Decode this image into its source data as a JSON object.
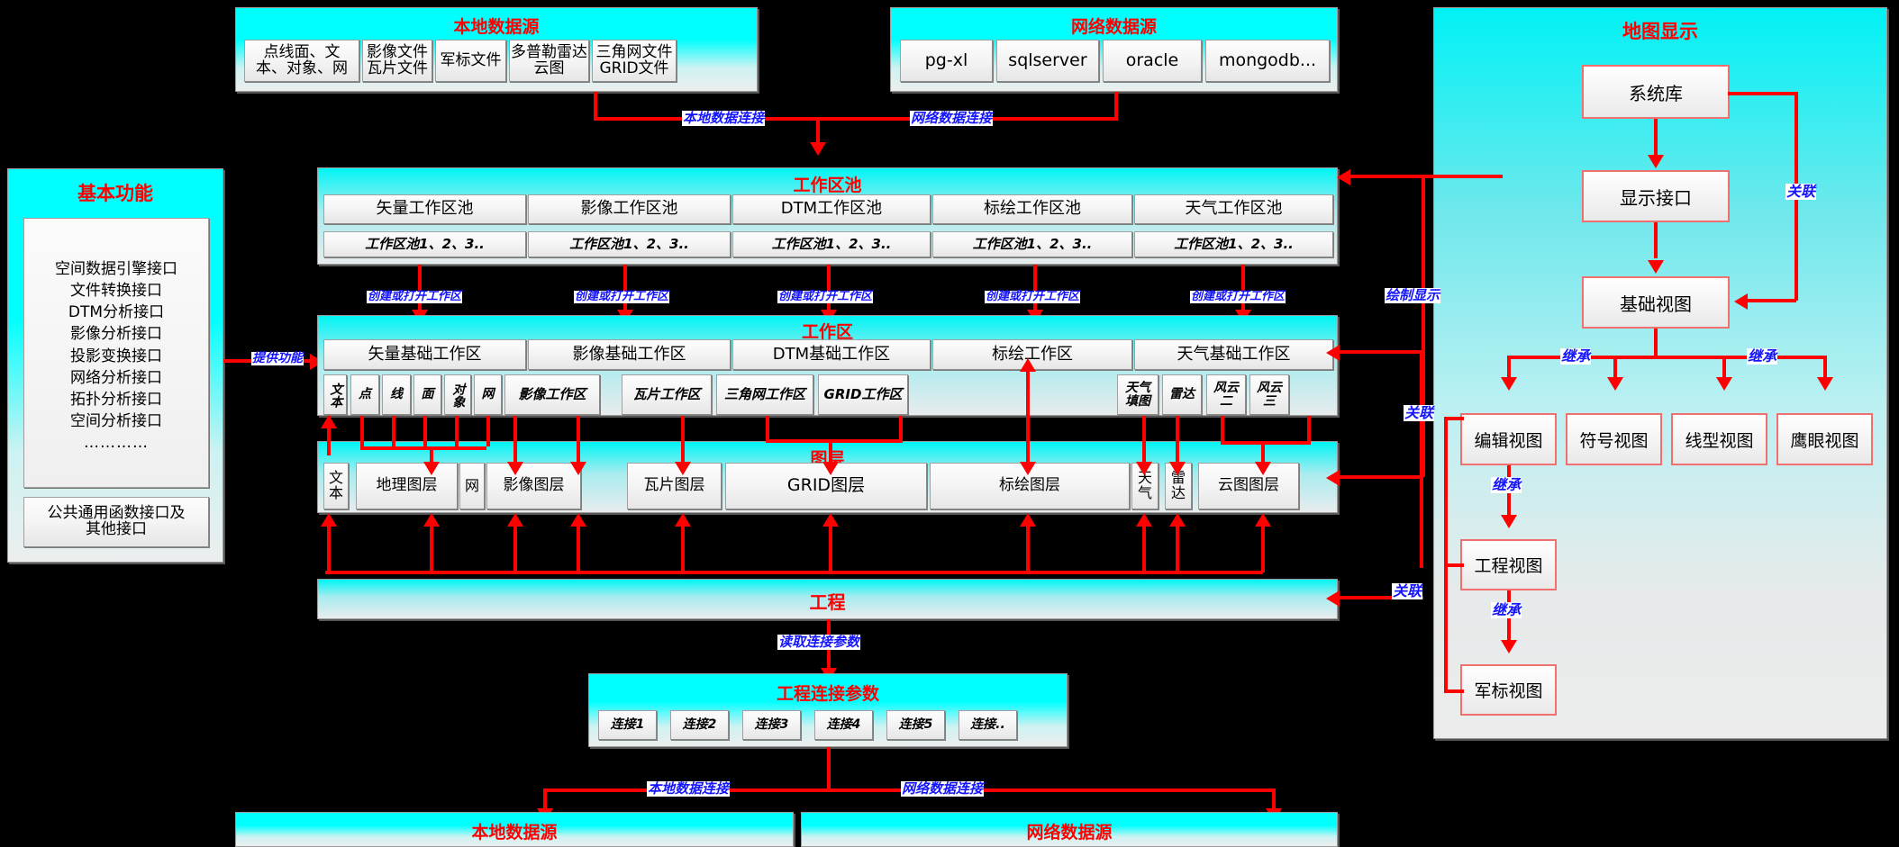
{
  "local_source_top": {
    "title": "本地数据源",
    "items": [
      "点线面、文本、对象、网",
      "影像文件瓦片文件",
      "军标文件",
      "多普勒雷达云图",
      "三角网文件GRID文件"
    ],
    "items_lines": [
      [
        "点线面、文",
        "本、对象、网"
      ],
      [
        "影像文件",
        "瓦片文件"
      ],
      [
        "军标文件"
      ],
      [
        "多普勒雷达",
        "云图"
      ],
      [
        "三角网文件",
        "GRID文件"
      ]
    ]
  },
  "net_source_top": {
    "title": "网络数据源",
    "items": [
      "pg-xl",
      "sqlserver",
      "oracle",
      "mongodb..."
    ]
  },
  "basic_functions": {
    "title": "基本功能",
    "interfaces": [
      "空间数据引擎接口",
      "文件转换接口",
      "DTM分析接口",
      "影像分析接口",
      "投影变换接口",
      "网络分析接口",
      "拓扑分析接口",
      "空间分析接口",
      "…………"
    ],
    "common_box_lines": [
      "公共通用函数接口及",
      "其他接口"
    ],
    "provide_label": "提供功能"
  },
  "workspace_pool": {
    "title": "工作区池",
    "columns": [
      "矢量工作区池",
      "影像工作区池",
      "DTM工作区池",
      "标绘工作区池",
      "天气工作区池"
    ],
    "sub_label": "工作区池1、2、3.."
  },
  "workspace": {
    "title": "工作区",
    "columns": [
      "矢量基础工作区",
      "影像基础工作区",
      "DTM基础工作区",
      "标绘工作区",
      "天气基础工作区"
    ],
    "vector_items": [
      "文本",
      "点",
      "线",
      "面",
      "对象",
      "网"
    ],
    "image_items": [
      "影像工作区"
    ],
    "dtm_items": [
      "瓦片工作区",
      "三角网工作区",
      "GRID工作区"
    ],
    "weather_items_lines": [
      [
        "天气",
        "填图"
      ],
      [
        "雷达"
      ],
      [
        "风云",
        "二"
      ],
      [
        "风云",
        "三"
      ]
    ]
  },
  "layers": {
    "title": "图层",
    "items_lines": [
      [
        "文",
        "本"
      ],
      [
        "地理图层"
      ],
      [
        "网"
      ],
      [
        "影像图层"
      ],
      [
        "瓦片图层"
      ],
      [
        "GRID图层"
      ],
      [
        "标绘图层"
      ],
      [
        "天",
        "气"
      ],
      [
        "雷",
        "达"
      ],
      [
        "云图图层"
      ]
    ]
  },
  "project": {
    "title": "工程"
  },
  "project_params": {
    "title": "工程连接参数",
    "items": [
      "连接1",
      "连接2",
      "连接3",
      "连接4",
      "连接5",
      "连接.."
    ]
  },
  "local_source_bottom": {
    "title": "本地数据源"
  },
  "net_source_bottom": {
    "title": "网络数据源"
  },
  "map_display": {
    "title": "地图显示",
    "system_lib": "系统库",
    "display_interface": "显示接口",
    "base_view": "基础视图",
    "views": [
      "编辑视图",
      "符号视图",
      "线型视图",
      "鹰眼视图"
    ],
    "project_view": "工程视图",
    "military_view": "军标视图"
  },
  "edge_labels": {
    "local_data_connection": "本地数据连接",
    "net_data_connection": "网络数据连接",
    "create_or_open_workspace": "创建或打开工作区",
    "read_connection_params": "读取连接参数",
    "draw_display": "绘制显示",
    "associate": "关联",
    "inherit": "继承"
  },
  "colors": {
    "accent_red": "#ff0000",
    "label_blue": "#1414ff",
    "panel_cyan": "#00ffff",
    "background": "#000000"
  }
}
